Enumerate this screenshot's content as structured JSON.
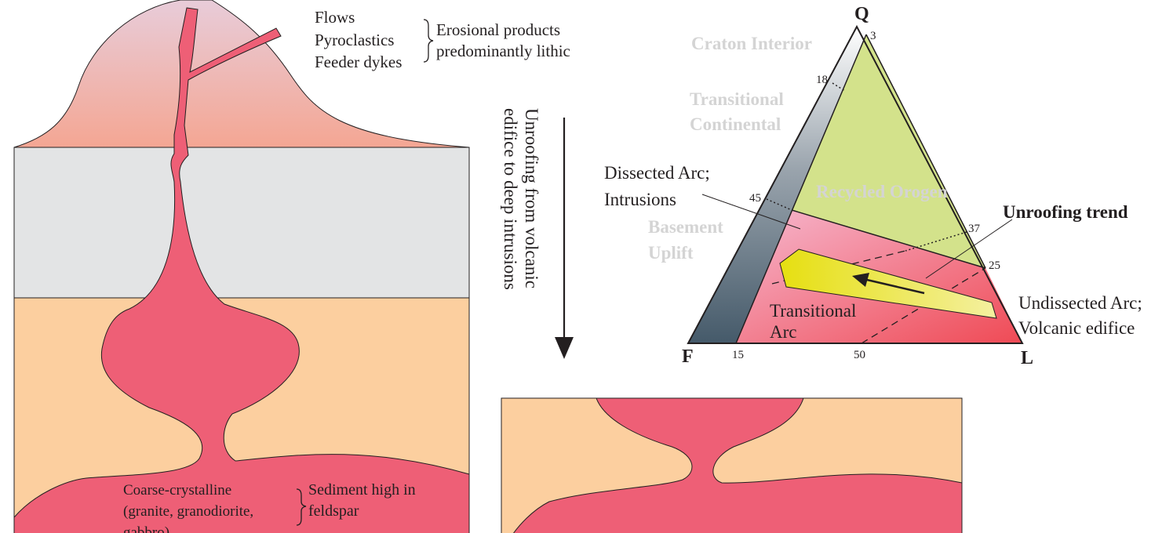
{
  "cross_section": {
    "volcano_labels": [
      "Flows",
      "Pyroclastics",
      "Feeder dykes"
    ],
    "volcano_products": [
      "Erosional products",
      "predominantly lithic"
    ],
    "intrusion_labels": [
      "Coarse-crystalline",
      "(granite, granodiorite,",
      "gabbro)"
    ],
    "intrusion_products": [
      "Sediment high in",
      "feldspar"
    ]
  },
  "arrow_label": [
    "Unroofing from volcanic",
    "edifice to deep intrusions"
  ],
  "ternary": {
    "apex_q": "Q",
    "apex_f": "F",
    "apex_l": "L",
    "ticks": {
      "q3": "3",
      "q18": "18",
      "q45": "45",
      "l37": "37",
      "l25": "25",
      "f15": "15",
      "f50": "50"
    },
    "fields": {
      "craton_interior": "Craton Interior",
      "transitional_continental": [
        "Transitional",
        "Continental"
      ],
      "recycled_orogen": "Recycled Orogen",
      "basement_uplift": [
        "Basement",
        "Uplift"
      ],
      "transitional_arc": [
        "Transitional",
        "Arc"
      ]
    },
    "callouts": {
      "dissected_arc": [
        "Dissected Arc;",
        "Intrusions"
      ],
      "unroofing_trend": "Unroofing trend",
      "undissected_arc": [
        "Undissected Arc;",
        "Volcanic edifice"
      ]
    },
    "colors": {
      "recycled_orogen": "#d3e28b",
      "arc_field": "#ef5a68",
      "arc_field_light": "#f6b8cf",
      "basement_dark": "#455a6a",
      "basement_light": "#ffffff",
      "trend_yellow": "#ece51a"
    }
  },
  "colors": {
    "volcano_top": "#e8ccd9",
    "volcano_base": "#f4a693",
    "grey_layer": "#e3e4e5",
    "sediment": "#fccf9f",
    "magma": "#ee5f76"
  }
}
